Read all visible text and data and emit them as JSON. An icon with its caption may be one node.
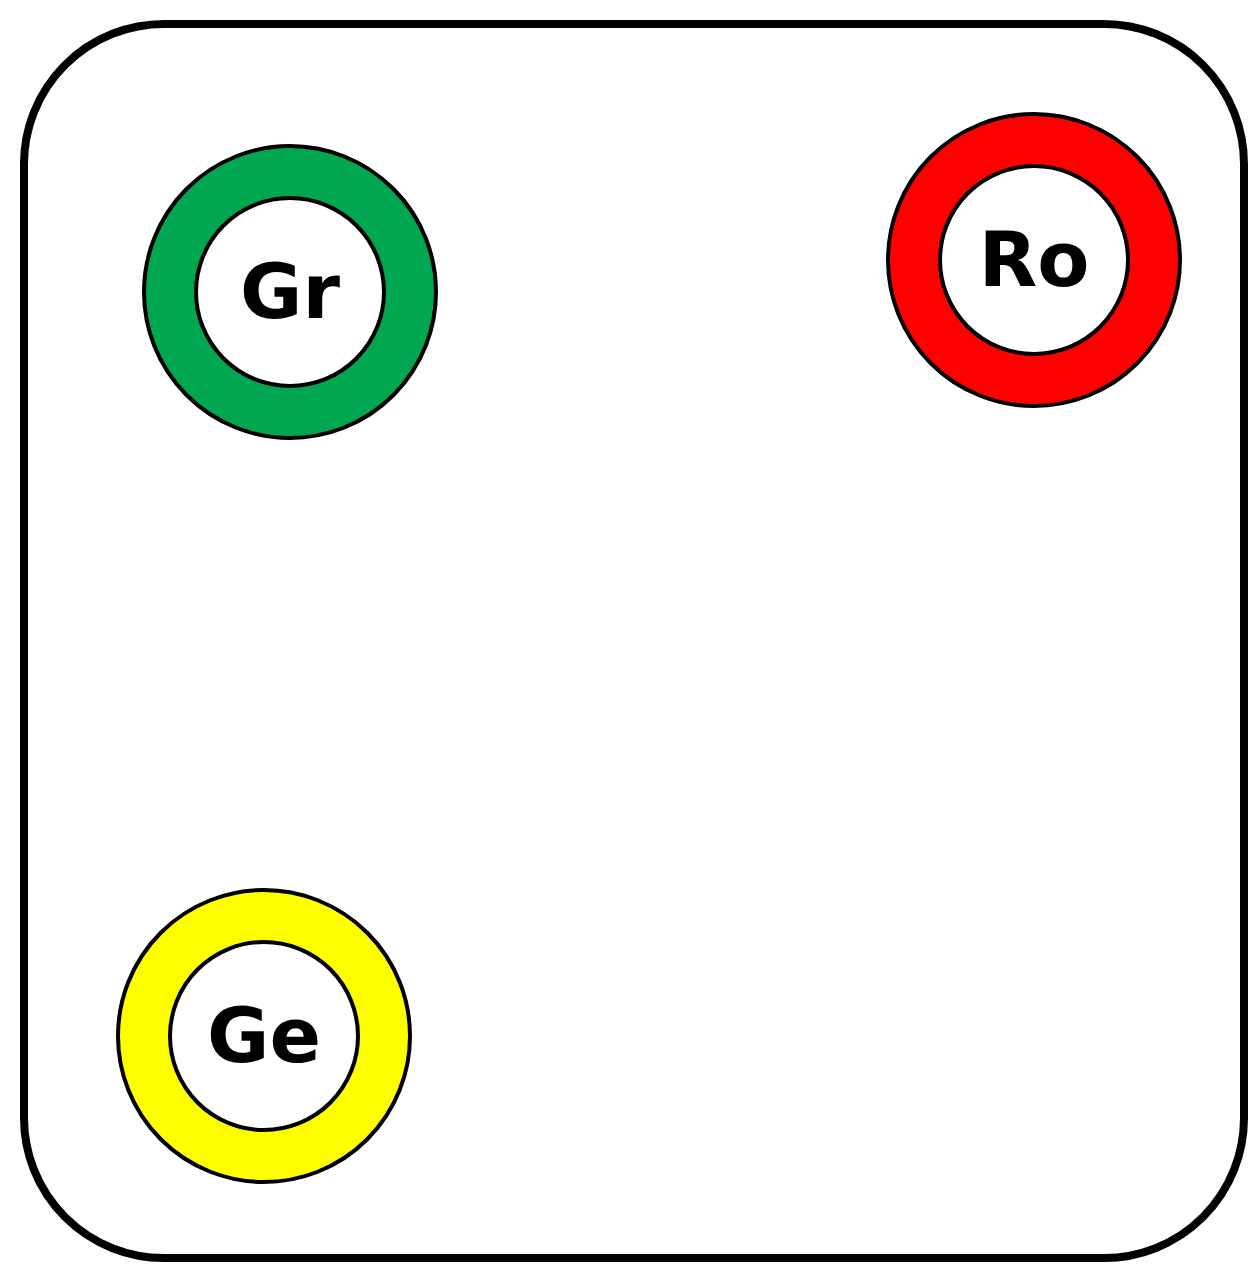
{
  "diagram": {
    "nodes": [
      {
        "text": [],
        "shape": "box"
      },
      {
        "text": [
          "Gr"
        ],
        "in": 0
      },
      {
        "text": [
          "Ro"
        ],
        "in": 0
      },
      {
        "text": [
          "Ge"
        ],
        "in": 0
      }
    ]
  }
}
